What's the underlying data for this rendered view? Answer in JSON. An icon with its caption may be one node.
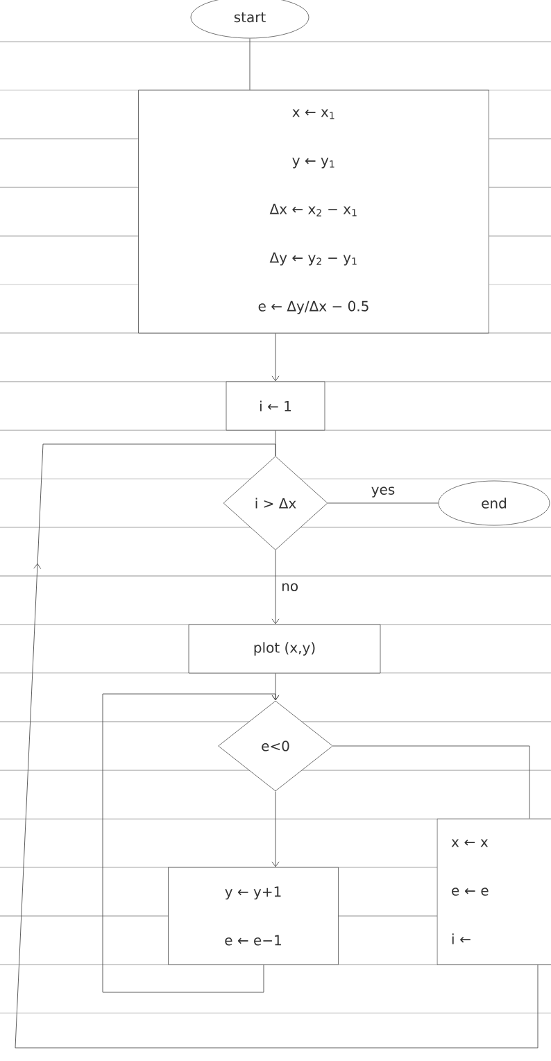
{
  "diagram": {
    "nodes": [
      {
        "text": [
          "start"
        ]
      },
      {
        "text": [
          "x ← x$_{1}$",
          "y ← y$_{1}$",
          "Δx ← x$_{2}$ − x$_{1}$",
          "Δy ← y$_{2}$ − y$_{1}$",
          "e ← Δy/Δx − 0.5"
        ]
      },
      {
        "text": [
          "i ← 1"
        ]
      },
      {
        "text": [
          "i > Δx"
        ]
      },
      {
        "text": [
          "end"
        ]
      },
      {
        "text": [
          "plot (x,y)"
        ]
      },
      {
        "text": [
          "e<0"
        ]
      },
      {
        "text": [
          "y ← y+1",
          "e ← e−1"
        ]
      },
      {
        "text": [
          "x ← x",
          "e ← e",
          "i ←"
        ]
      }
    ],
    "edges": [
      {
        "from": 0,
        "to": 1,
        "arrow": "none"
      },
      {
        "from": 1,
        "to": 2,
        "arrow": "to"
      },
      {
        "from": 2,
        "to": 3,
        "arrow": "none"
      },
      {
        "from": 3,
        "to": 4,
        "label": "yes",
        "arrow": "none"
      },
      {
        "from": 3,
        "to": 5,
        "label": "no",
        "arrow": "to"
      },
      {
        "from": 5,
        "to": 6,
        "arrow": "to"
      },
      {
        "from": 6,
        "to": 7,
        "arrow": "to"
      },
      {
        "from": 7,
        "to": 6,
        "arrow": "to"
      },
      {
        "from": 6,
        "to": 8,
        "arrow": "none"
      },
      {
        "from": 8,
        "to": 3,
        "arrow": "to"
      }
    ]
  }
}
